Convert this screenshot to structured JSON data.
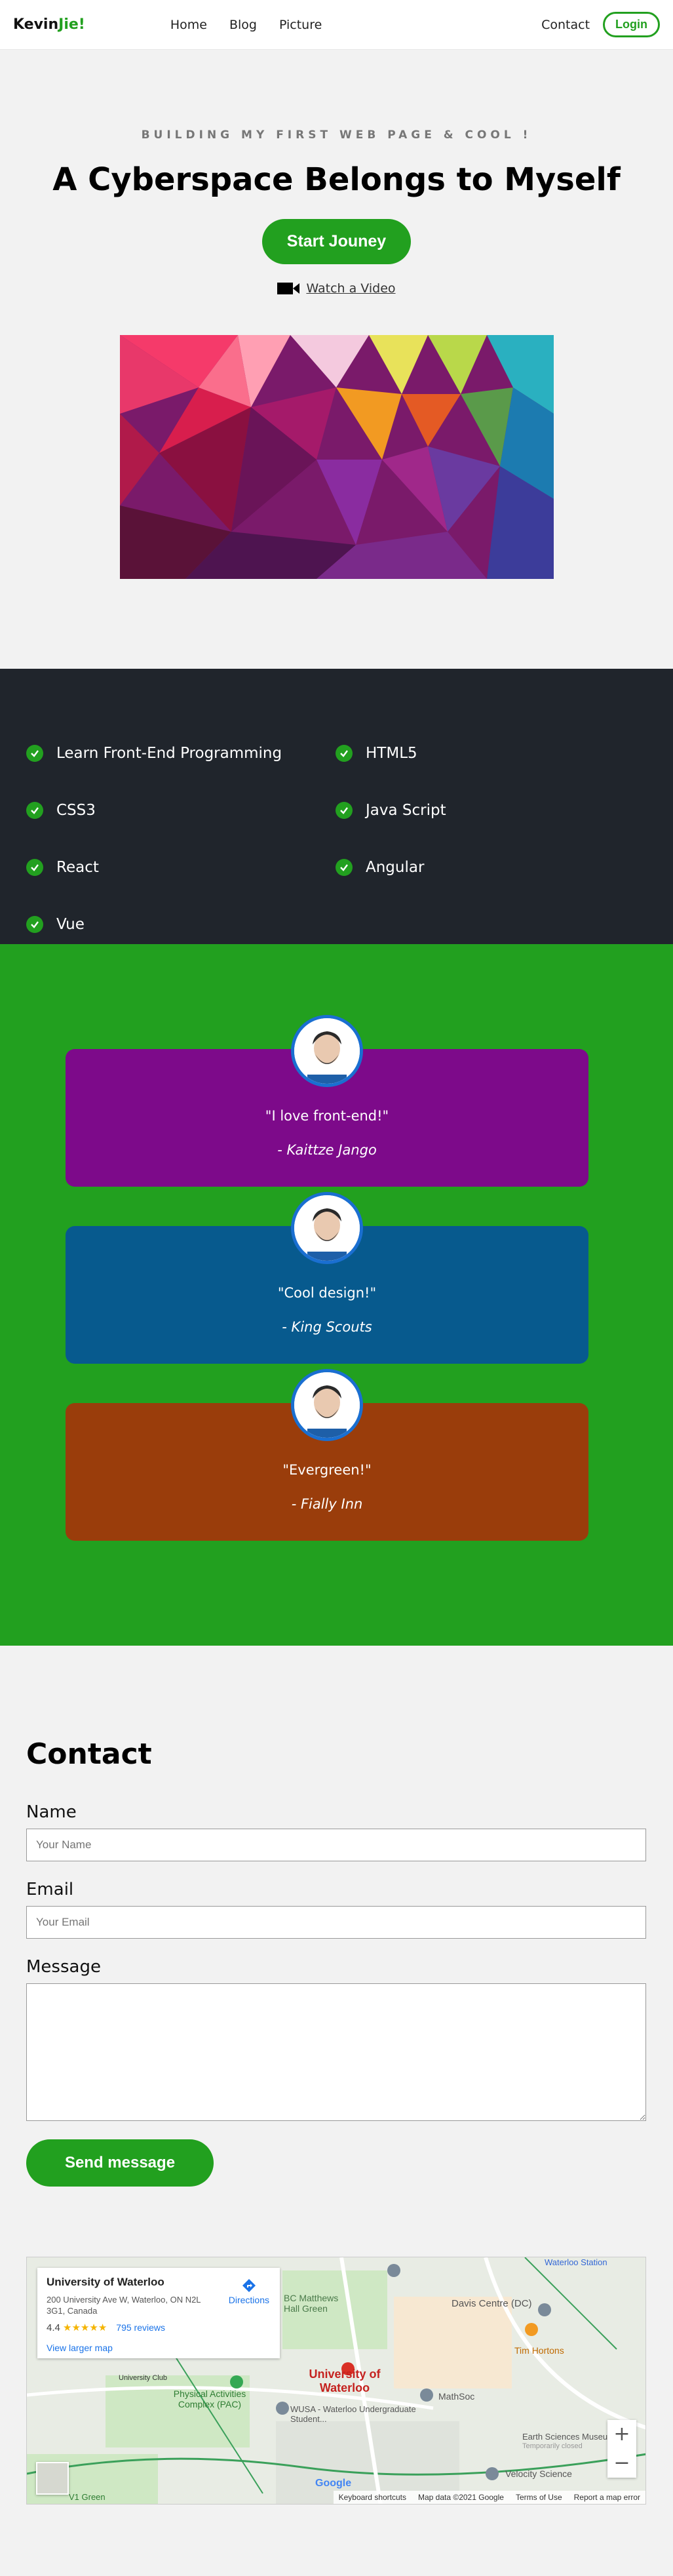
{
  "nav": {
    "logo_a": "Kevin",
    "logo_b": "Jie!",
    "links": [
      "Home",
      "Blog",
      "Picture"
    ],
    "contact": "Contact",
    "login": "Login"
  },
  "hero": {
    "kicker": "BUILDING MY FIRST WEB PAGE & COOL !",
    "title": "A Cyberspace Belongs to Myself",
    "cta": "Start Jouney",
    "video": "Watch a Video",
    "icon": "video-camera-icon"
  },
  "features": [
    "Learn Front-End Programming",
    "HTML5",
    "CSS3",
    "Java Script",
    "React",
    "Angular",
    "Vue"
  ],
  "testimonials": [
    {
      "quote": "\"I love front-end!\"",
      "author": "- Kaittze Jango",
      "color": "#7d0a8a"
    },
    {
      "quote": "\"Cool design!\"",
      "author": "- King Scouts",
      "color": "#075a8e"
    },
    {
      "quote": "\"Evergreen!\"",
      "author": "- Fially Inn",
      "color": "#9a3d0b"
    }
  ],
  "contact": {
    "title": "Contact",
    "name_label": "Name",
    "name_placeholder": "Your Name",
    "email_label": "Email",
    "email_placeholder": "Your Email",
    "message_label": "Message",
    "send": "Send message"
  },
  "map": {
    "place": "University of Waterloo",
    "address": "200 University Ave W, Waterloo, ON N2L 3G1, Canada",
    "rating": "4.4",
    "stars": "★★★★★",
    "reviews": "795 reviews",
    "larger": "View larger map",
    "directions": "Directions",
    "labels": [
      "BC Matthews Hall Green",
      "Davis Centre (DC)",
      "Tim Hortons",
      "University of Waterloo",
      "MathSoc",
      "Physical Activities Complex (PAC)",
      "WUSA - Waterloo Undergraduate Student...",
      "Earth Sciences Museum",
      "Temporarily closed",
      "Velocity Science",
      "University Club",
      "Waterloo Station",
      "V1 Green",
      "Google"
    ],
    "footer": [
      "Keyboard shortcuts",
      "Map data ©2021 Google",
      "Terms of Use",
      "Report a map error"
    ]
  }
}
